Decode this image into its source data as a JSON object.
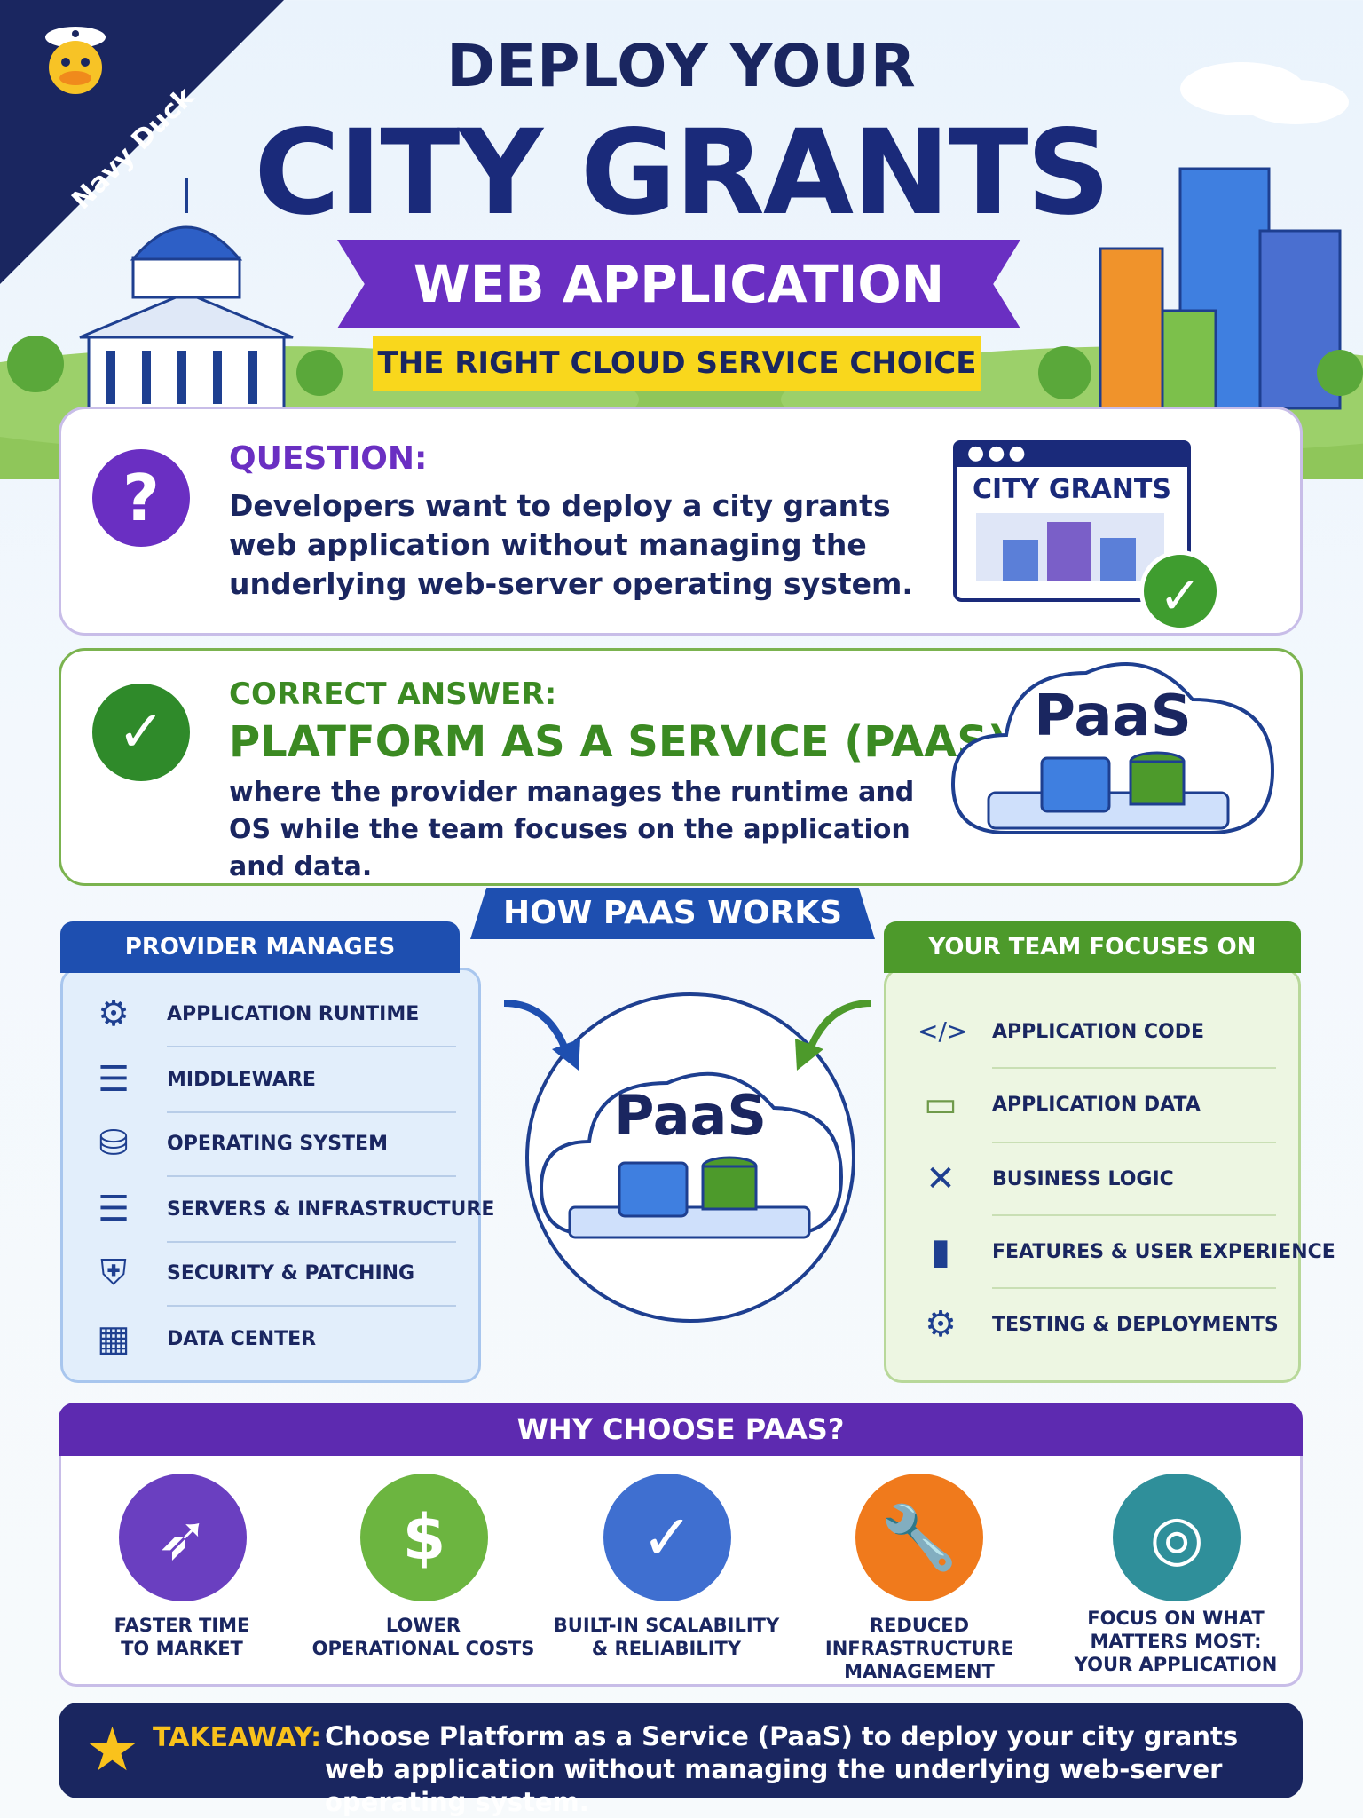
{
  "brand": {
    "corner_label": "Navy Duck"
  },
  "header": {
    "title_small": "DEPLOY YOUR",
    "title_big": "CITY GRANTS",
    "ribbon": "WEB APPLICATION",
    "subtitle": "THE RIGHT CLOUD SERVICE CHOICE"
  },
  "question": {
    "label": "QUESTION:",
    "text": "Developers want to deploy a city grants web application without managing the underlying web-server operating system.",
    "window_title": "CITY GRANTS",
    "icon": "question-mark-icon"
  },
  "answer": {
    "label": "CORRECT ANSWER:",
    "main": "PLATFORM AS A SERVICE (PAAS)",
    "text": "where the provider manages the runtime and OS while the team focuses on the application and data.",
    "cloud_label": "PaaS",
    "icon": "check-icon"
  },
  "how": {
    "title": "HOW PAAS WORKS",
    "center_label": "PaaS",
    "provider": {
      "header": "PROVIDER MANAGES",
      "items": [
        {
          "label": "APPLICATION RUNTIME",
          "icon": "gears-icon"
        },
        {
          "label": "MIDDLEWARE",
          "icon": "server-rack-icon"
        },
        {
          "label": "OPERATING SYSTEM",
          "icon": "database-icon"
        },
        {
          "label": "SERVERS & INFRASTRUCTURE",
          "icon": "server-rack-icon"
        },
        {
          "label": "SECURITY & PATCHING",
          "icon": "shield-icon"
        },
        {
          "label": "DATA CENTER",
          "icon": "building-icon"
        }
      ]
    },
    "team": {
      "header": "YOUR TEAM FOCUSES ON",
      "items": [
        {
          "label": "APPLICATION CODE",
          "icon": "code-icon"
        },
        {
          "label": "APPLICATION DATA",
          "icon": "folder-icon"
        },
        {
          "label": "BUSINESS LOGIC",
          "icon": "tools-icon"
        },
        {
          "label": "FEATURES & USER EXPERIENCE",
          "icon": "bar-chart-icon"
        },
        {
          "label": "TESTING & DEPLOYMENTS",
          "icon": "gear-icon"
        }
      ]
    }
  },
  "why": {
    "title": "WHY CHOOSE PAAS?",
    "items": [
      {
        "line1": "FASTER TIME",
        "line2": "TO MARKET",
        "line3": "",
        "icon": "rocket-icon",
        "color": "#6a3fc0"
      },
      {
        "line1": "LOWER",
        "line2": "OPERATIONAL COSTS",
        "line3": "",
        "icon": "piggy-bank-icon",
        "color": "#6cb540"
      },
      {
        "line1": "BUILT-IN SCALABILITY",
        "line2": "& RELIABILITY",
        "line3": "",
        "icon": "shield-check-icon",
        "color": "#3f6fd0"
      },
      {
        "line1": "REDUCED INFRASTRUCTURE",
        "line2": "MANAGEMENT",
        "line3": "",
        "icon": "wrench-icon",
        "color": "#f07a1c"
      },
      {
        "line1": "FOCUS ON WHAT",
        "line2": "MATTERS MOST:",
        "line3": "YOUR APPLICATION",
        "icon": "target-icon",
        "color": "#2f8f9a"
      }
    ]
  },
  "takeaway": {
    "label": "TAKEAWAY:",
    "text": "Choose Platform as a Service (PaaS) to deploy your city grants web application without managing the underlying web-server operating system."
  },
  "colors": {
    "navy": "#1a2660",
    "purple": "#6a2fc2",
    "green": "#3b8a22",
    "blue": "#1e4fb0",
    "yellow": "#f9d71c"
  }
}
